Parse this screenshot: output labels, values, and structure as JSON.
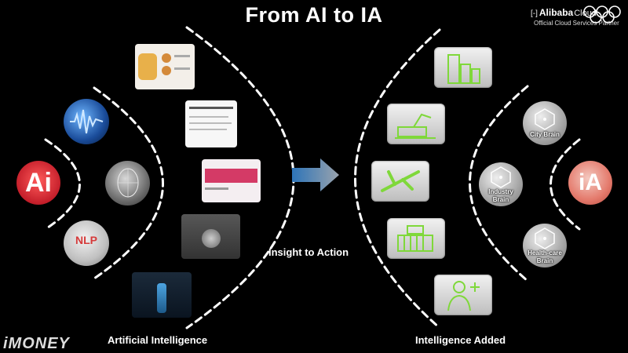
{
  "title": "From AI to IA",
  "brand": {
    "company_bold": "Alibaba",
    "company": "Cloud",
    "partner": "Official Cloud Services Partner"
  },
  "left": {
    "ai_badge": "Ai",
    "nlp_badge": "NLP",
    "label": "Artificial Intelligence"
  },
  "center": {
    "arrow_icon": "right-arrow-icon",
    "label": "Insight to  Action"
  },
  "right": {
    "ia_badge": "iA",
    "label": "Intelligence Added",
    "brains": [
      {
        "line1": "City Brain",
        "line2": ""
      },
      {
        "line1": "Industry",
        "line2": "Brain"
      },
      {
        "line1": "Health-care",
        "line2": "Brain"
      }
    ],
    "tiles": [
      "city-buildings-icon",
      "industrial-machine-icon",
      "airplane-icon",
      "factory-icon",
      "doctor-icon"
    ]
  },
  "watermark": "iMONEY",
  "colors": {
    "accent_green": "#7fd83a",
    "ai_red": "#e0303a",
    "arrow_blue": "#2d74b8",
    "background": "#000000"
  }
}
